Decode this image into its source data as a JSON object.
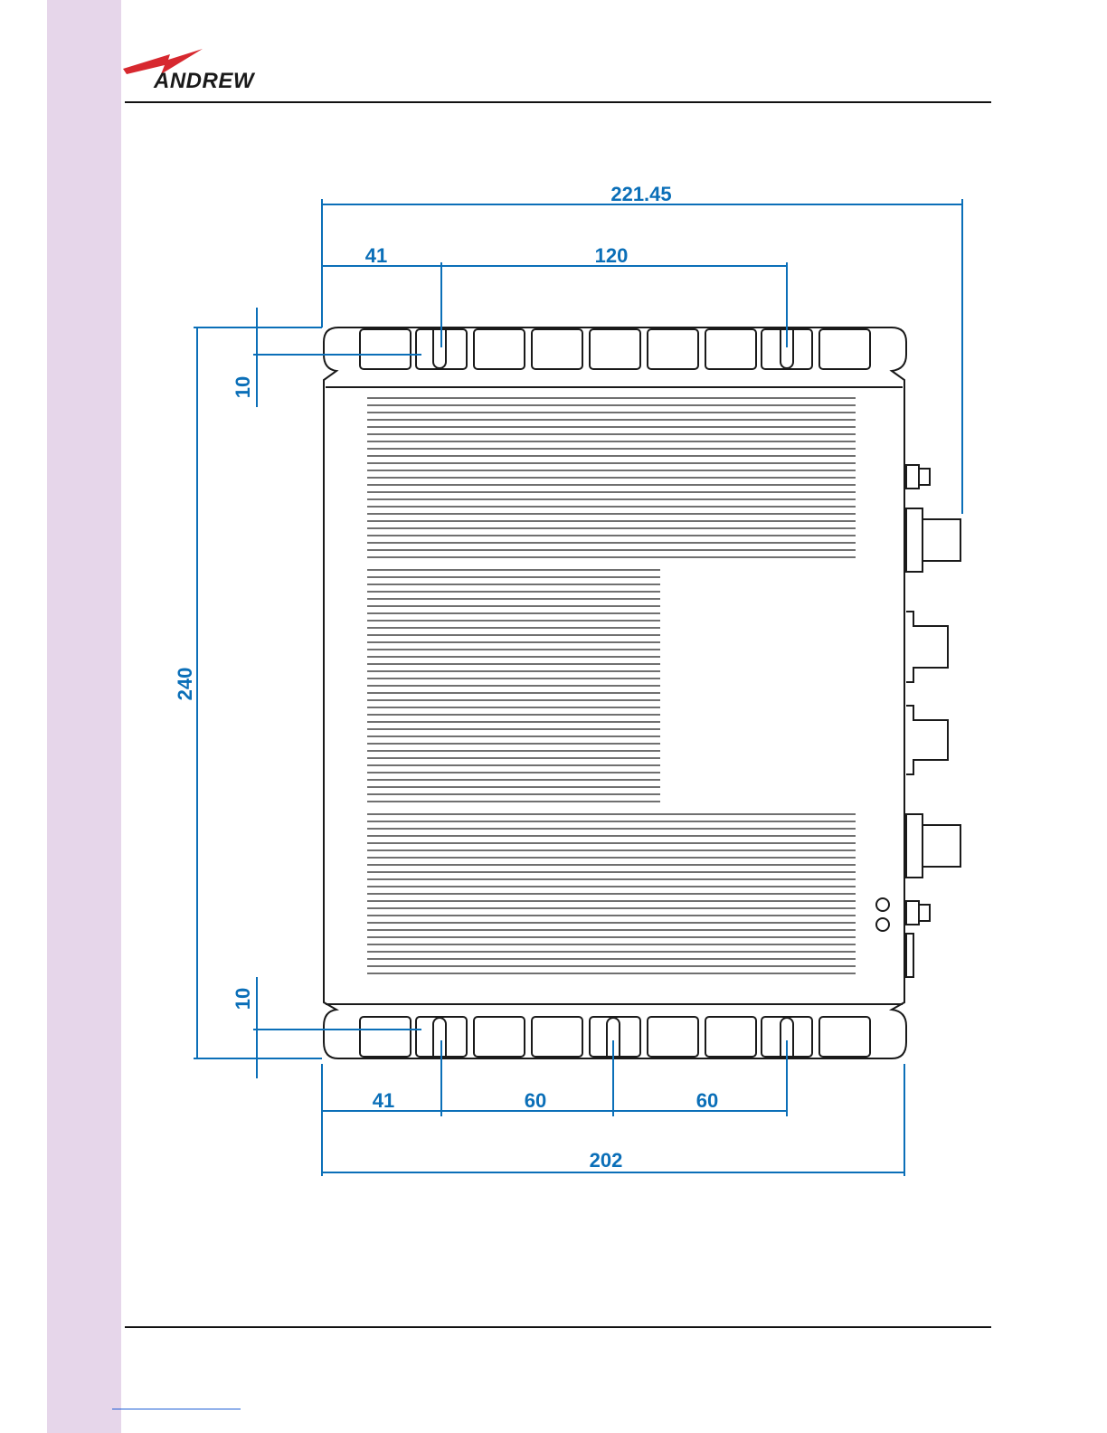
{
  "brand": {
    "name": "ANDREW",
    "registered": "®",
    "accent_color": "#d7282f"
  },
  "drawing": {
    "line_color": "#1a1a1a",
    "dimension_color": "#0b6fb8",
    "dimensions": {
      "overall_top_width": "221.45",
      "top_offset_left": "41",
      "top_hole_spacing": "120",
      "overall_height": "240",
      "top_flange_depth": "10",
      "bottom_flange_depth": "10",
      "bottom_offset_left": "41",
      "bottom_spacing_1": "60",
      "bottom_spacing_2": "60",
      "overall_bottom_width": "202"
    }
  }
}
